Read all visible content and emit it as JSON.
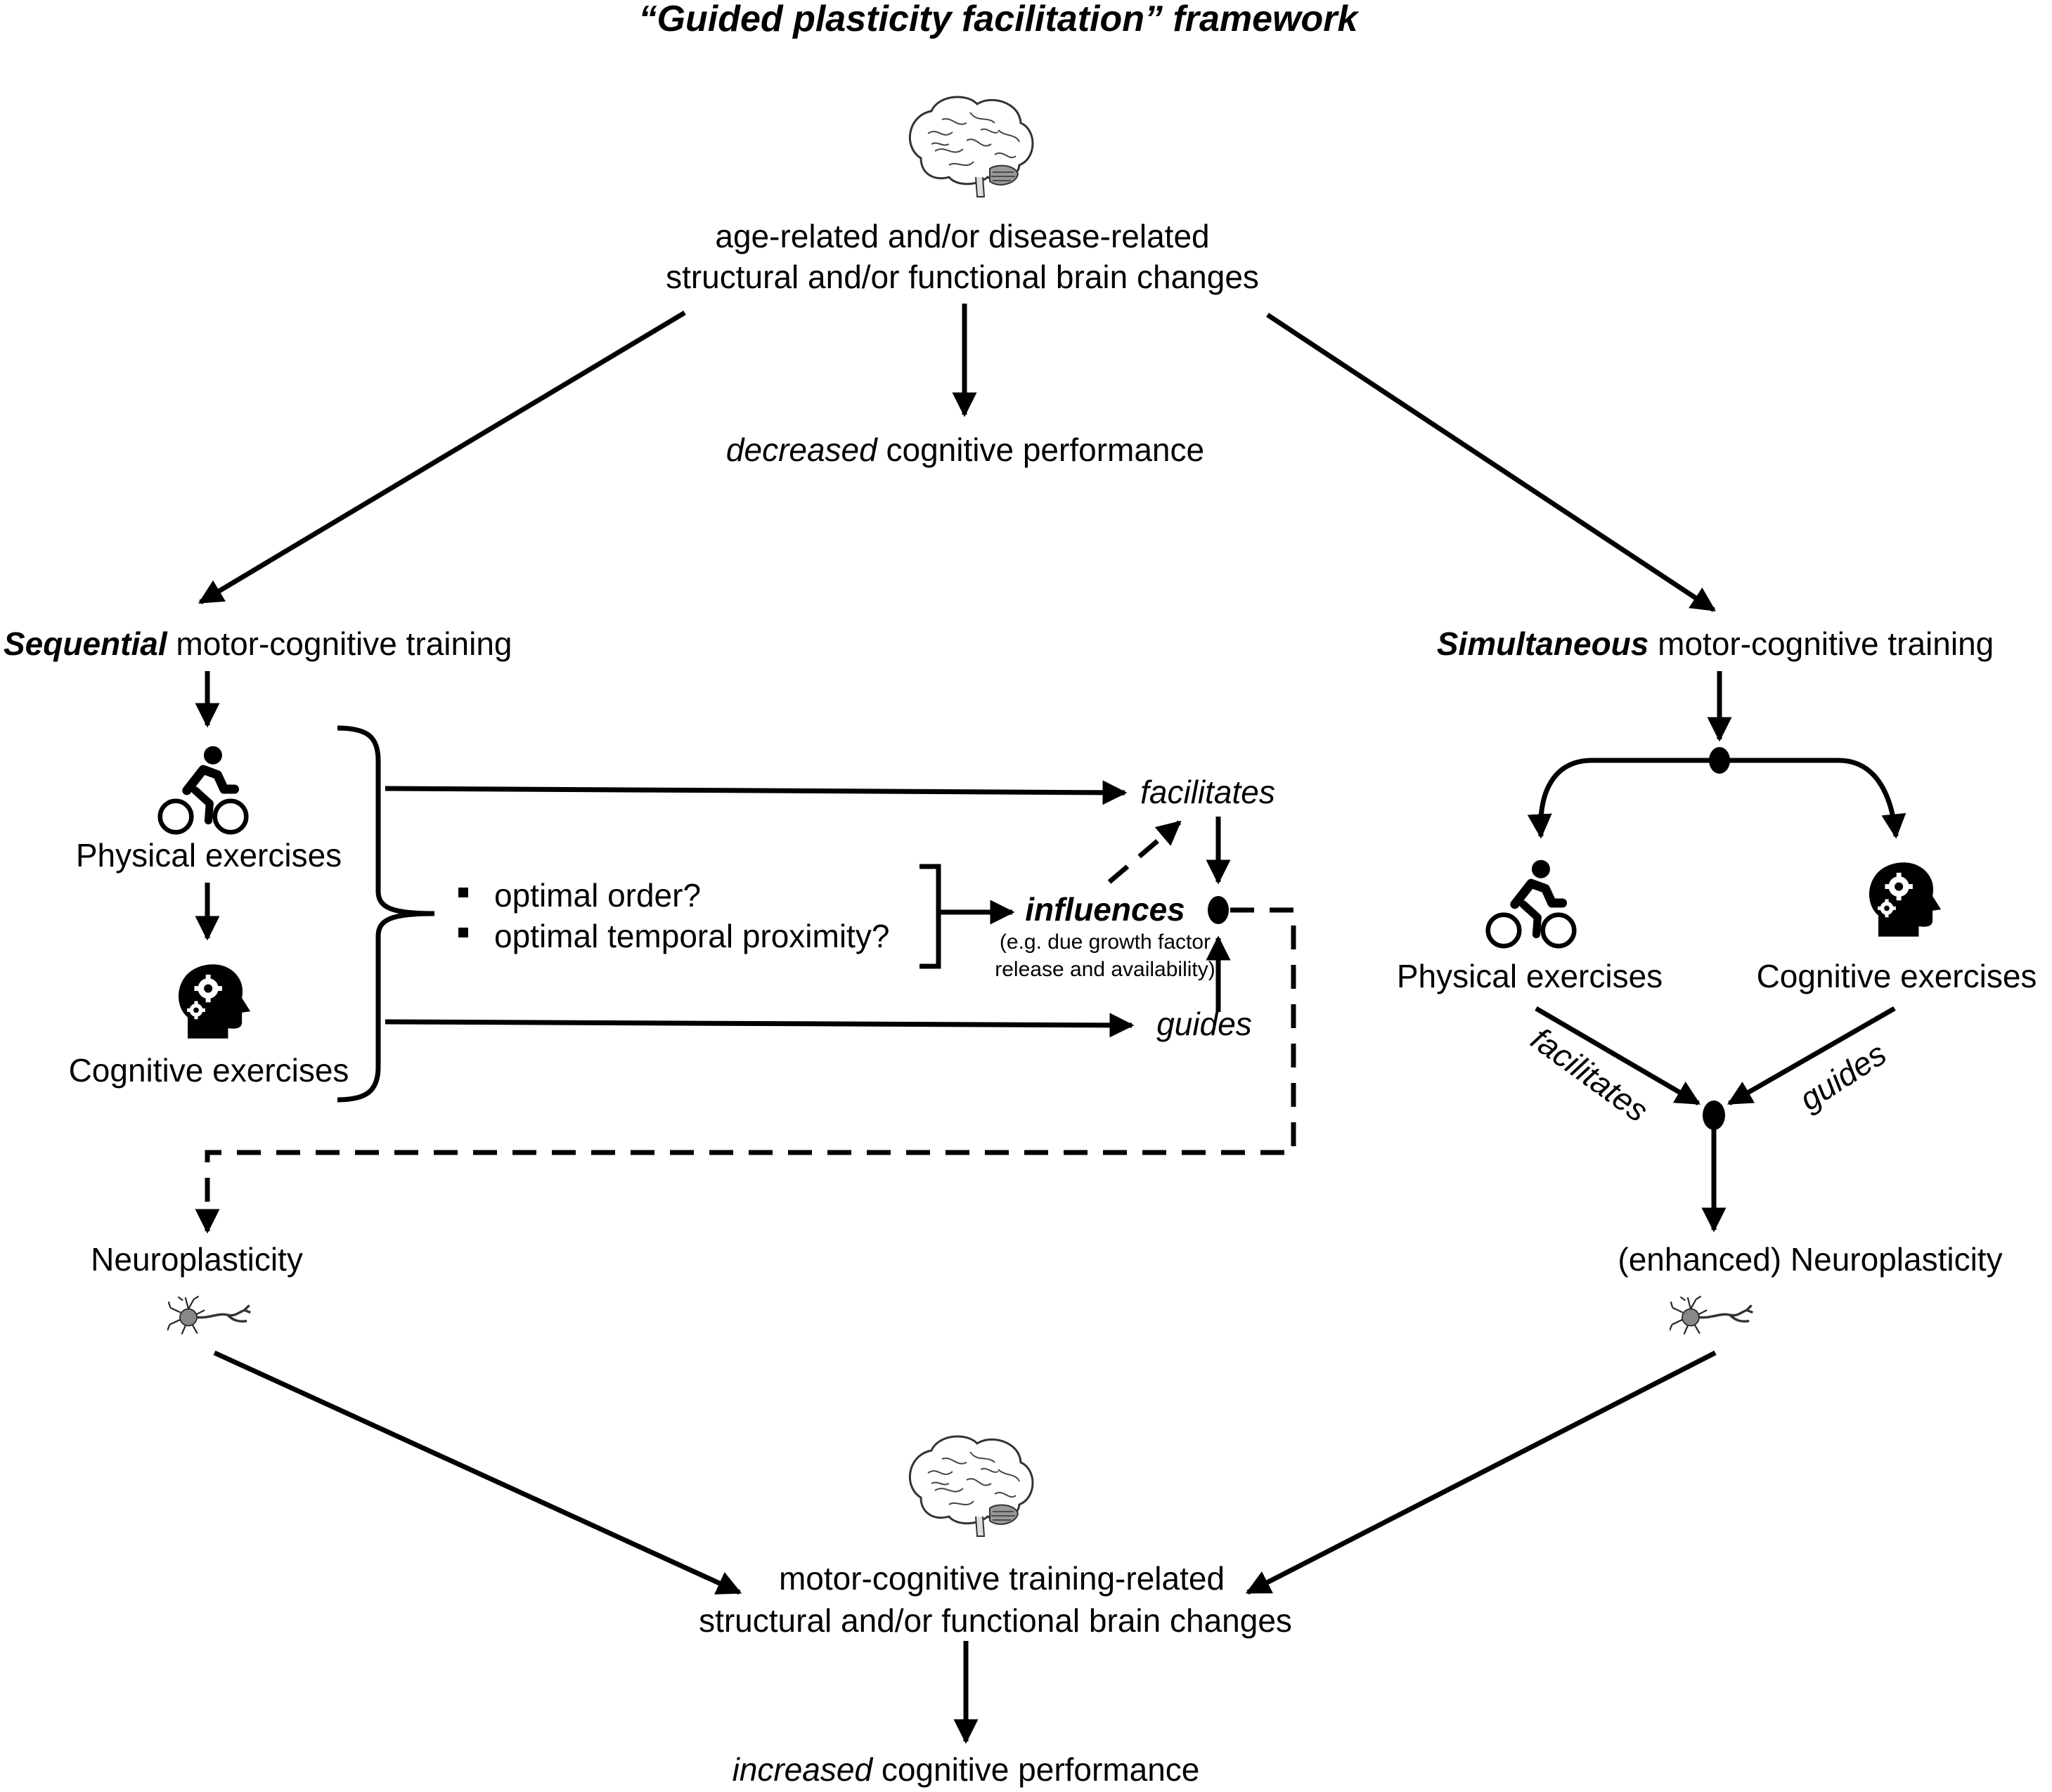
{
  "title": "“Guided plasticity facilitation” framework",
  "top": {
    "line1": "age-related and/or disease-related",
    "line2": "structural and/or functional brain changes",
    "outcome_em": "decreased",
    "outcome_rest": " cognitive performance"
  },
  "sequential": {
    "heading_em": "Sequential",
    "heading_rest": " motor-cognitive training",
    "physical": "Physical exercises",
    "cognitive": "Cognitive exercises",
    "q1": "optimal order?",
    "q2": "optimal temporal proximity?",
    "facilitates": "facilitates",
    "guides": "guides",
    "influences": "influences",
    "note1": "(e.g. due growth factor",
    "note2": "release and availability)",
    "result": "Neuroplasticity"
  },
  "simultaneous": {
    "heading_em": "Simultaneous",
    "heading_rest": " motor-cognitive training",
    "physical": "Physical exercises",
    "cognitive": "Cognitive exercises",
    "facilitates": "facilitates",
    "guides": "guides",
    "result": "(enhanced) Neuroplasticity"
  },
  "bottom": {
    "line1": "motor-cognitive training-related",
    "line2": "structural and/or functional brain changes",
    "outcome_em": "increased",
    "outcome_rest": " cognitive performance"
  },
  "icons": [
    "brain-icon",
    "cyclist-icon",
    "head-gears-icon",
    "neuron-icon"
  ]
}
